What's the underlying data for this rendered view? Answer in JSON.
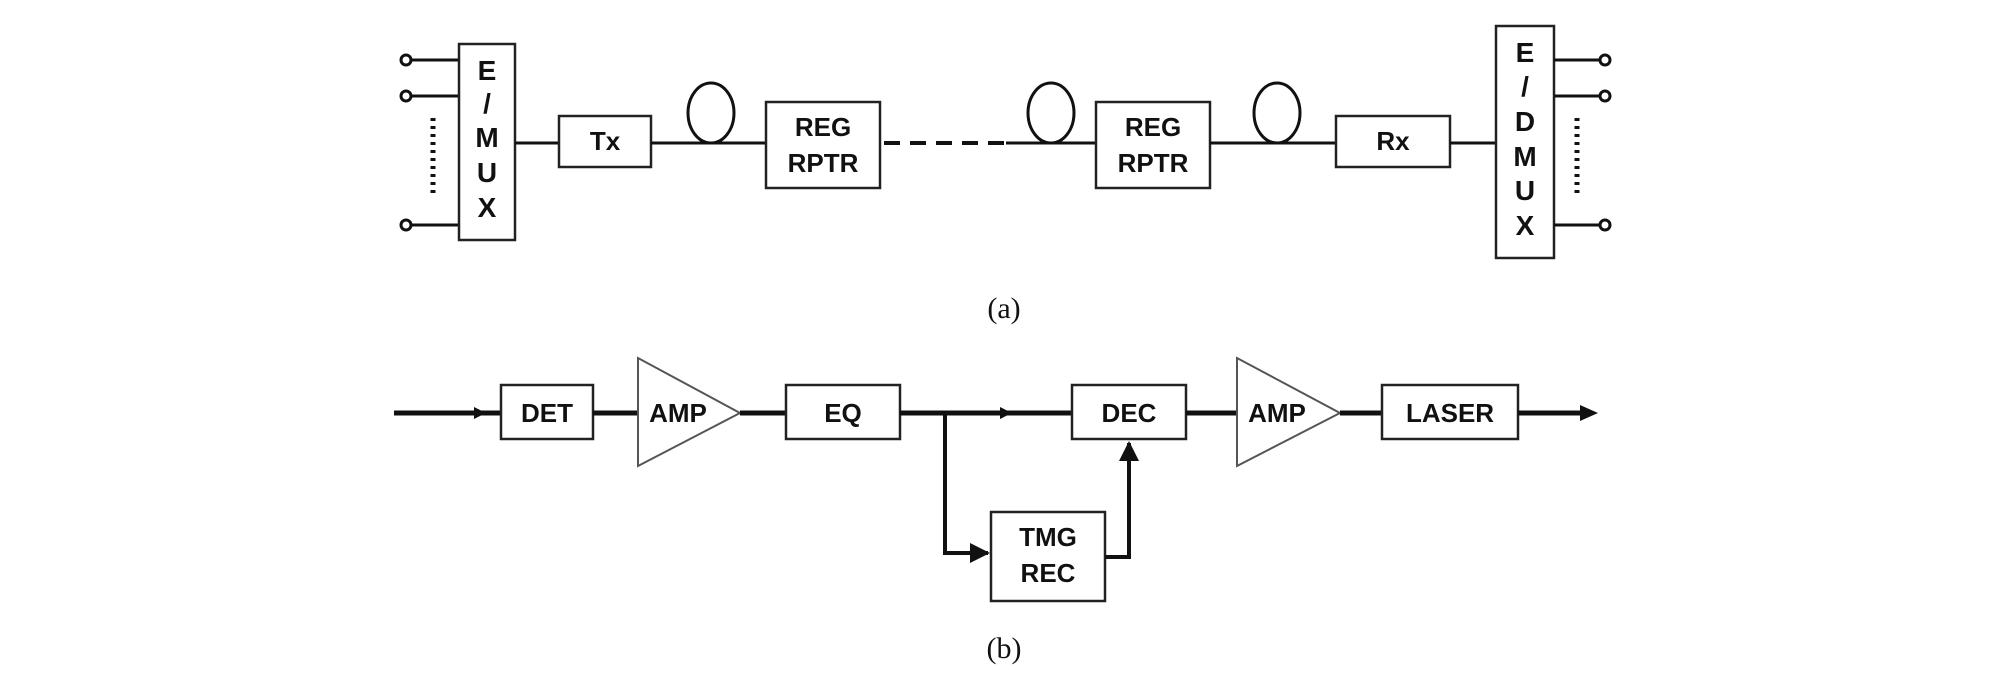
{
  "diagram_a": {
    "mux": [
      "E",
      "/",
      "M",
      "U",
      "X"
    ],
    "demux": [
      "E",
      "/",
      "D",
      "M",
      "U",
      "X"
    ],
    "tx": "Tx",
    "rx": "Rx",
    "reg1": [
      "REG",
      "RPTR"
    ],
    "reg2": [
      "REG",
      "RPTR"
    ],
    "caption": "(a)"
  },
  "diagram_b": {
    "det": "DET",
    "amp1": "AMP",
    "eq": "EQ",
    "dec": "DEC",
    "amp2": "AMP",
    "laser": "LASER",
    "tmg": [
      "TMG",
      "REC"
    ],
    "caption": "(b)"
  }
}
